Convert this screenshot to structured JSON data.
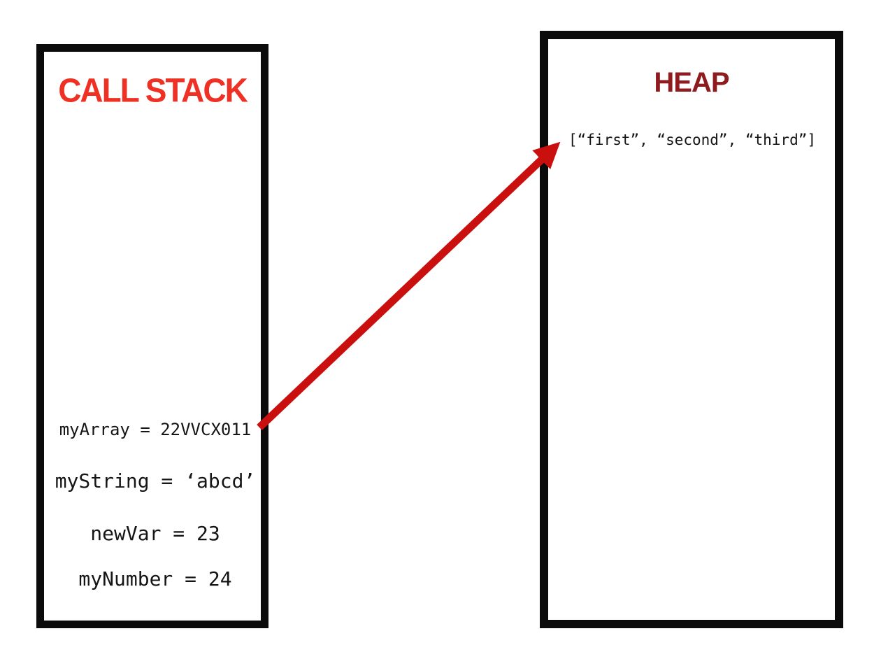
{
  "call_stack": {
    "title": "CALL STACK",
    "variables": [
      {
        "name": "myArray",
        "text": "myArray = 22VVCX011"
      },
      {
        "name": "myString",
        "text": "myString = ‘abcd’"
      },
      {
        "name": "newVar",
        "text": "newVar = 23"
      },
      {
        "name": "myNumber",
        "text": "myNumber = 24"
      }
    ]
  },
  "heap": {
    "title": "HEAP",
    "items": [
      {
        "name": "array-value",
        "text": "[“first”, “second”, “third”]"
      }
    ]
  },
  "arrow": {
    "from": "myArray reference in call stack",
    "to": "array value in heap",
    "color": "#c9100f"
  },
  "colors": {
    "call_stack_title": "#ee3124",
    "heap_title": "#8e1b1e",
    "arrow": "#c9100f",
    "box_border": "#0b0b0b",
    "background": "#ffffff",
    "code_text": "#151515"
  }
}
